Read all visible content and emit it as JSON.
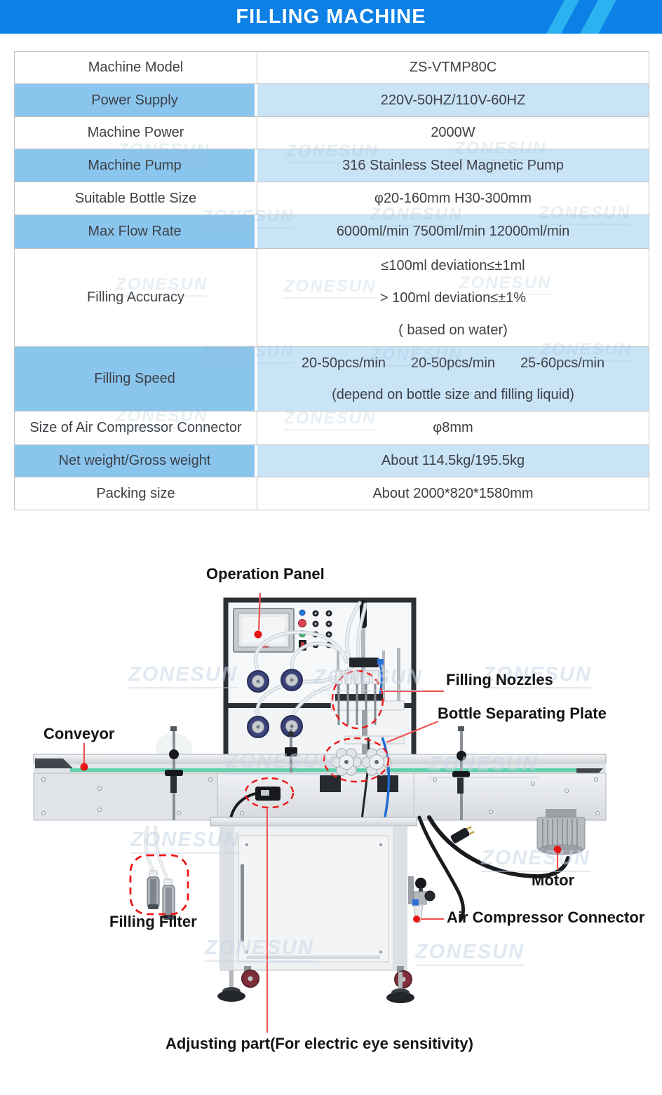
{
  "header": {
    "title": "FILLING MACHINE"
  },
  "watermark": "ZONESUN",
  "colors": {
    "banner_blue": "#0d80e6",
    "banner_stripe_blue": "#2ab2f1",
    "row_label_blue": "#8ac5ee",
    "row_value_blue": "#c9e3f7",
    "annotation_red": "#ee1616",
    "conveyor_green": "#5fd2ab"
  },
  "spec_table": {
    "rows": [
      {
        "label": "Machine Model",
        "value": "ZS-VTMP80C"
      },
      {
        "label": "Power Supply",
        "value": "220V-50HZ/110V-60HZ"
      },
      {
        "label": "Machine Power",
        "value": "2000W"
      },
      {
        "label": "Machine Pump",
        "value": "316 Stainless Steel Magnetic Pump"
      },
      {
        "label": "Suitable Bottle Size",
        "value": "φ20-160mm H30-300mm"
      },
      {
        "label": "Max Flow Rate",
        "value": "6000ml/min 7500ml/min 12000ml/min"
      },
      {
        "label": "Filling Accuracy",
        "lines": [
          "≤100ml deviation≤±1ml",
          "> 100ml deviation≤±1%",
          "( based on water)"
        ]
      },
      {
        "label": "Filling Speed",
        "speeds": [
          "20-50pcs/min",
          "20-50pcs/min",
          "25-60pcs/min"
        ],
        "note": "(depend on bottle size and filling liquid)"
      },
      {
        "label": "Size of Air Compressor Connector",
        "value": "φ8mm"
      },
      {
        "label": "Net weight/Gross weight",
        "value": "About 114.5kg/195.5kg"
      },
      {
        "label": "Packing size",
        "value": "About 2000*820*1580mm"
      }
    ]
  },
  "diagram": {
    "labels": {
      "operation_panel": "Operation Panel",
      "filling_nozzles": "Filling Nozzles",
      "bottle_separating_plate": "Bottle Separating Plate",
      "conveyor": "Conveyor",
      "motor": "Motor",
      "filling_filter": "Filling Filter",
      "air_compressor_connector": "Air Compressor Connector",
      "adjusting_part": "Adjusting part(For electric eye sensitivity)"
    }
  }
}
